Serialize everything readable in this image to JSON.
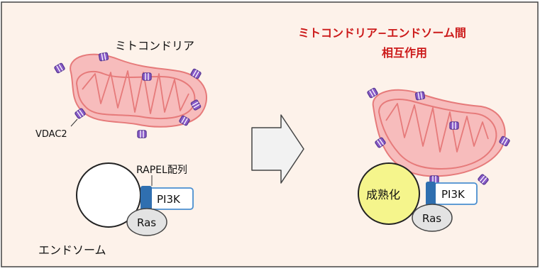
{
  "left": {
    "mito_label": "ミトコンドリア",
    "vdac_label": "VDAC2",
    "rapel_label": "RAPEL配列",
    "pi3k_label": "PI3K",
    "ras_label": "Ras",
    "endosome_label": "エンドソーム"
  },
  "right": {
    "title_line1": "ミトコンドリア−エンドソーム間",
    "title_line2": "相互作用",
    "maturation_label": "成熟化",
    "pi3k_label": "PI3K",
    "ras_label": "Ras"
  },
  "colors": {
    "background": "#fdf2ea",
    "mito_fill": "#f7bcbc",
    "mito_stroke": "#e67a7a",
    "vdac_fill": "#8a5cc8",
    "vdac_stroke": "#5a3a96",
    "rapel": "#2f6fb0",
    "pi3k_stroke": "#4a8fd0",
    "ras_fill": "#e3e3e3",
    "title_red": "#cc1a1a",
    "matured_fill": "#f5f58c"
  }
}
